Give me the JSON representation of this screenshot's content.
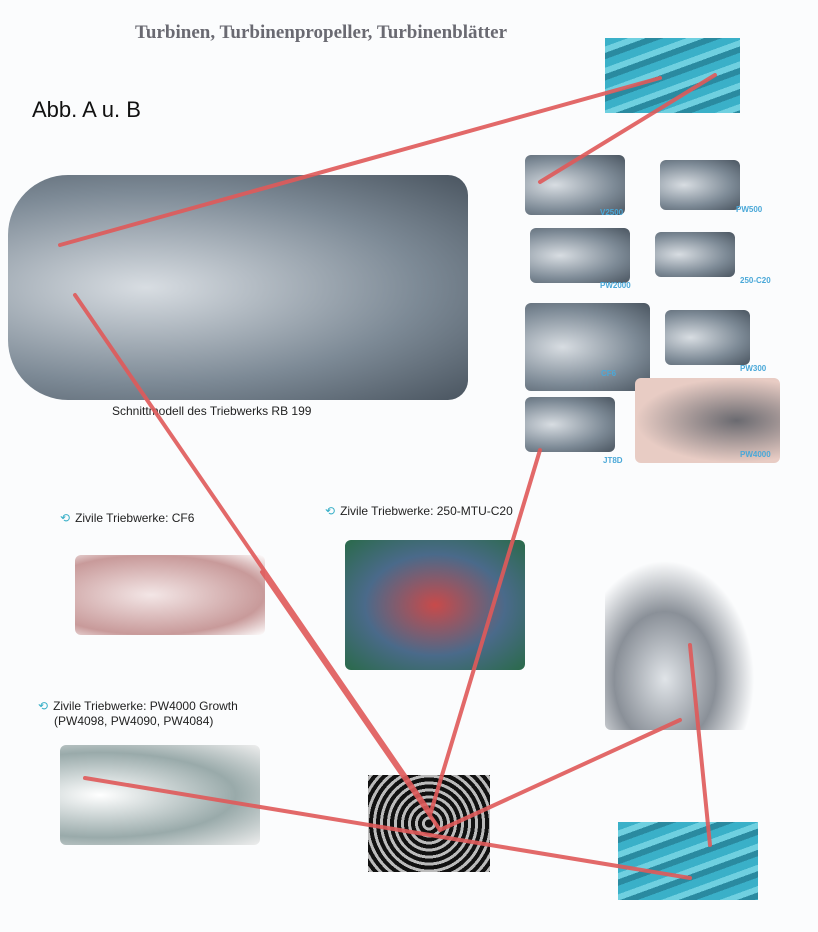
{
  "title": "Turbinen, Turbinenpropeller, Turbinenblätter",
  "subtitle": "Abb. A u. B",
  "rb199_caption": "Schnittmodell des Triebwerks RB 199",
  "engines": [
    "V2500",
    "PW500",
    "PW2000",
    "250-C20",
    "CF6",
    "PW300",
    "JT8D",
    "PW4000"
  ],
  "captions": {
    "cf6": "Zivile Triebwerke: CF6",
    "c20": "Zivile Triebwerke: 250-MTU-C20",
    "pw4000_line1": "Zivile Triebwerke: PW4000 Growth",
    "pw4000_line2": "(PW4098, PW4090, PW4084)"
  },
  "icon": "refresh-icon",
  "line_color": "#e05a5a"
}
